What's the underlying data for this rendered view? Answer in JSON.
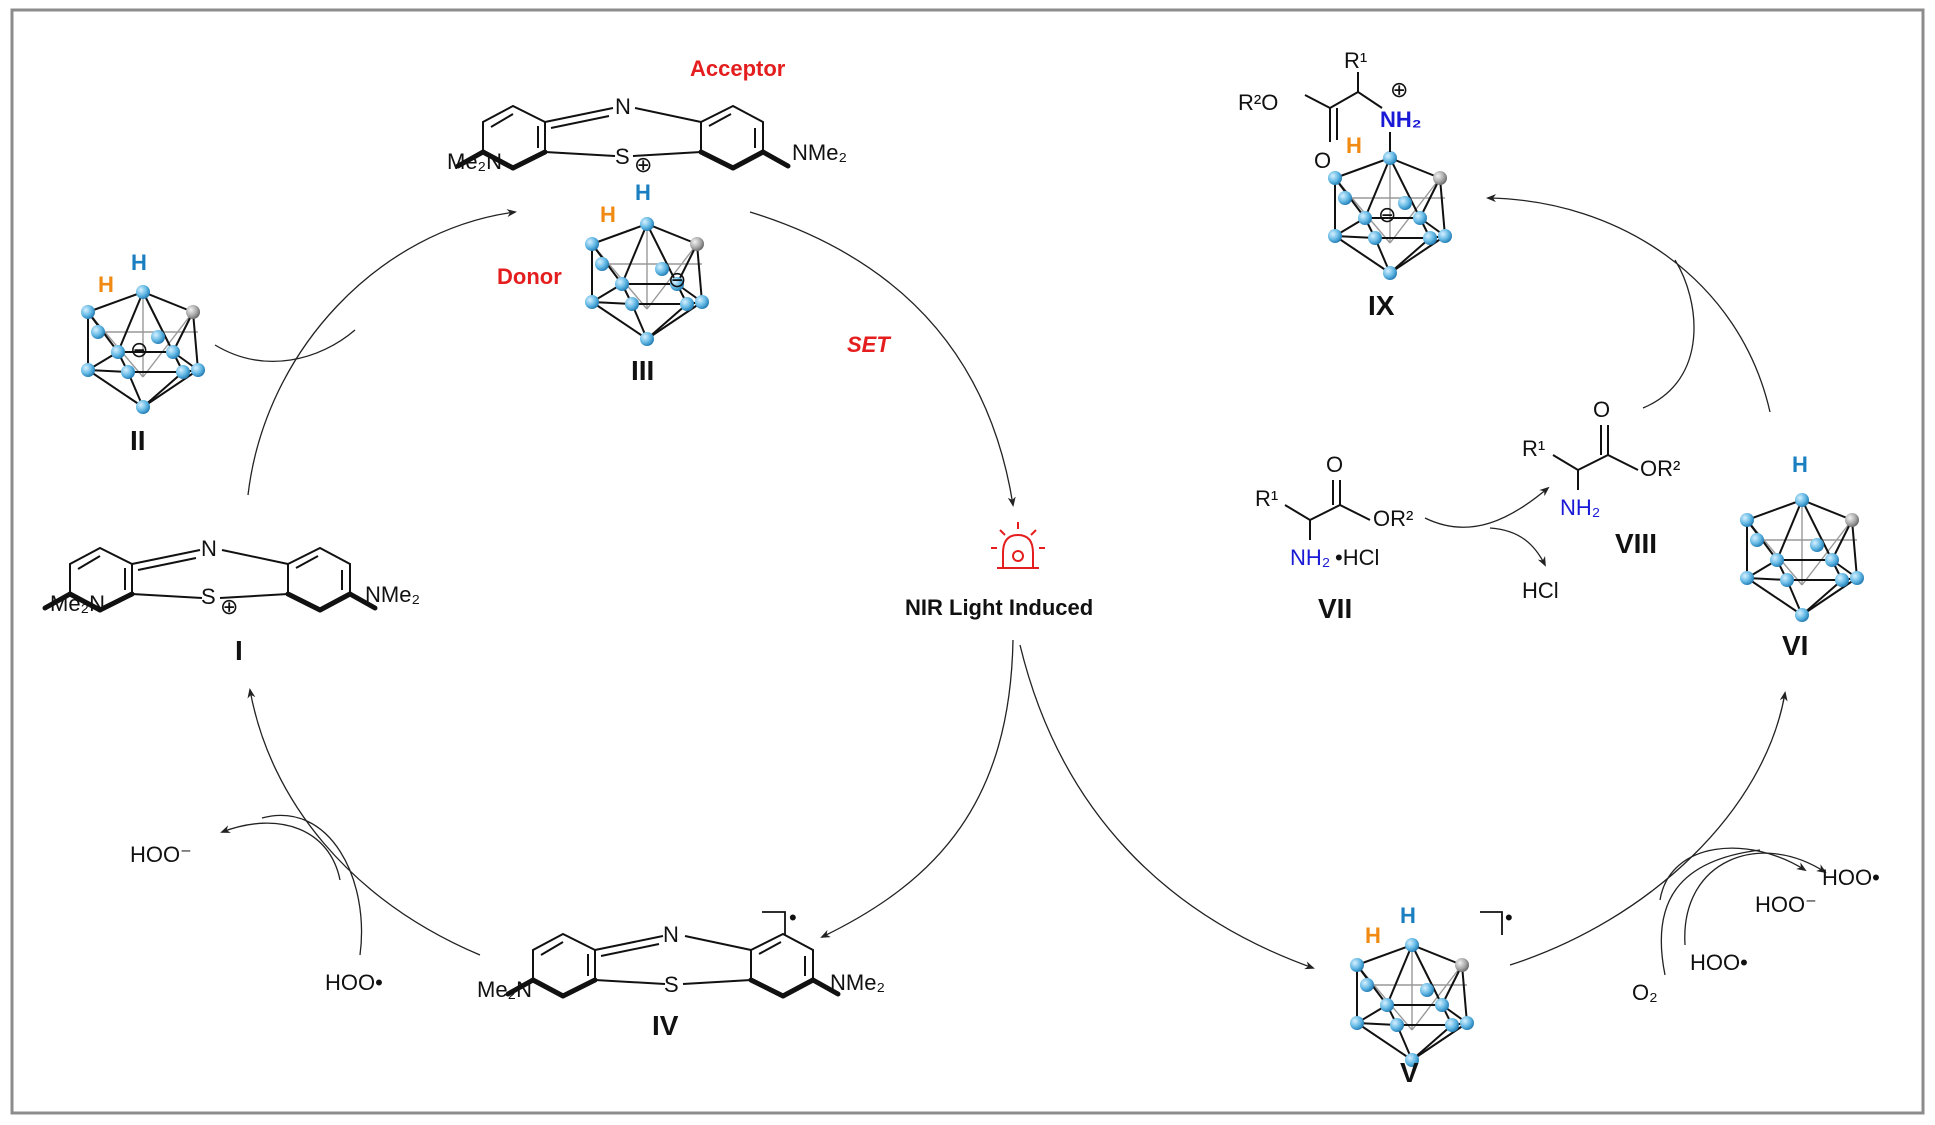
{
  "labels": {
    "I": "I",
    "II": "II",
    "III": "III",
    "IV": "IV",
    "V": "V",
    "VI": "VI",
    "VII": "VII",
    "VIII": "VIII",
    "IX": "IX"
  },
  "annotations": {
    "acceptor": "Acceptor",
    "donor": "Donor",
    "set": "SET",
    "nir": "NIR Light Induced"
  },
  "dye": {
    "n": "N",
    "s": "S",
    "nme2_left": "Me₂N",
    "nme2_right": "NMe₂",
    "plus": "⊕",
    "radical_mark": "•"
  },
  "cage": {
    "h_blue": "H",
    "h_orange": "H",
    "minus": "⊖",
    "radical_mark": "•"
  },
  "species": {
    "hoo_radical": "HOO•",
    "hoo_anion": "HOO⁻",
    "o2": "O₂",
    "hcl": "HCl",
    "vii_r1": "R¹",
    "vii_or2": "OR²",
    "vii_o": "O",
    "vii_nh2": "NH₂",
    "vii_hcl": "•HCl",
    "viii_r1": "R¹",
    "viii_or2": "OR²",
    "viii_o": "O",
    "viii_nh2": "NH₂",
    "ix_r1": "R¹",
    "ix_r2o": "R²O",
    "ix_o": "O",
    "ix_nh2": "NH₂",
    "ix_plus": "⊕"
  },
  "colors": {
    "red_text": "#e41e1e",
    "blue_h": "#1a7fc1",
    "orange_h": "#f08a12",
    "boron_node": "#5fb6e3",
    "carbon_node": "#a8a8a8",
    "amine_blue": "#1a1ad6",
    "frame": "#8c8c8c"
  }
}
